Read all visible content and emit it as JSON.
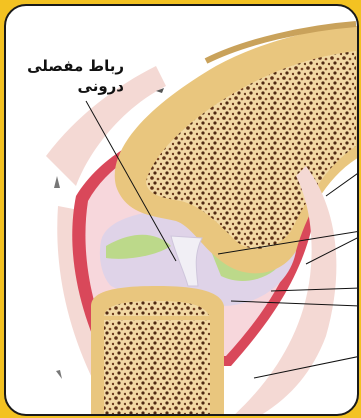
{
  "label": {
    "line1": "رباط مفصلی",
    "line2": "درونی"
  },
  "colors": {
    "background": "#f3c222",
    "frame": "#1a1a1a",
    "bone_cortex": "#e9c67e",
    "bone_spongy": "#6b3b1f",
    "capsule_red": "#d9485a",
    "synovial": "#dfd3e8",
    "meniscus": "#bcd98a"
  },
  "icons": [
    "knee-joint-illustration"
  ]
}
